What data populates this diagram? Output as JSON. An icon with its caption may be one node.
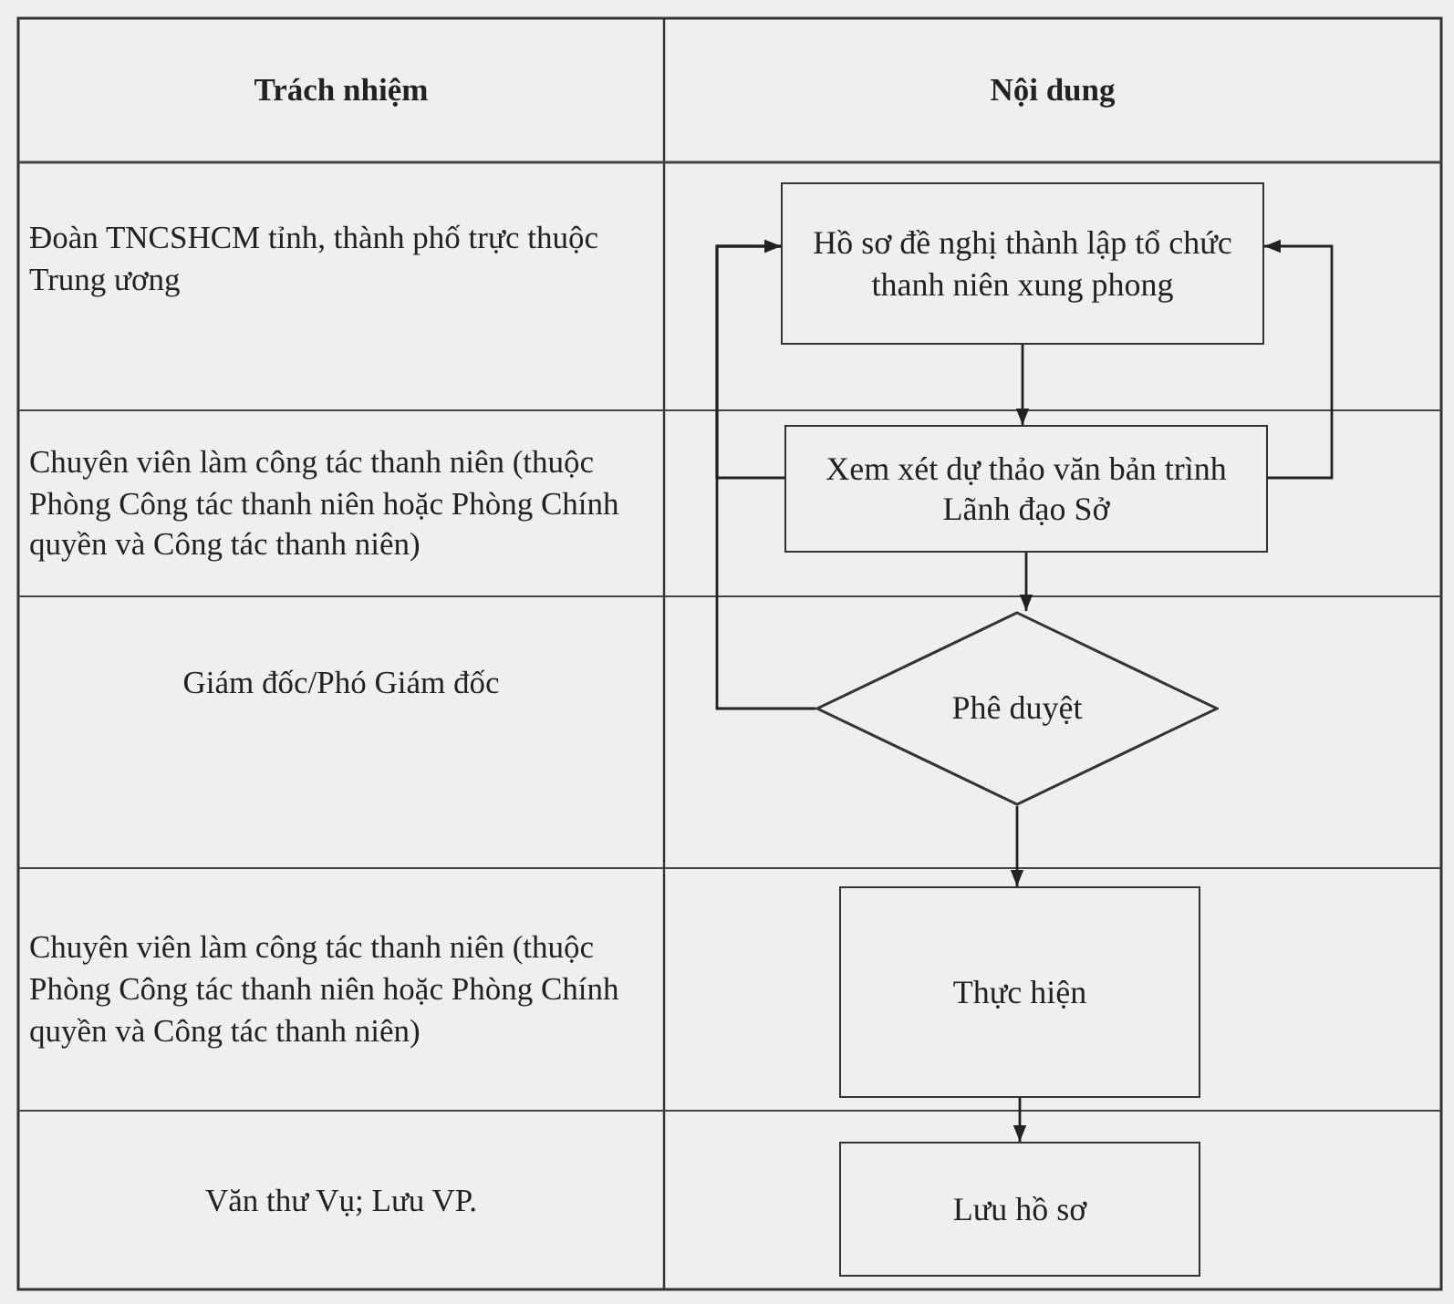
{
  "diagram": {
    "nodes": [
      {
        "text": [
          "Hồ sơ đề nghị thành lập tổ chức thanh niên xung phong"
        ]
      },
      {
        "text": [
          "Xem xét dự thảo văn bản trình Lãnh đạo Sở"
        ]
      },
      {
        "text": [
          "Phê duyệt"
        ]
      },
      {
        "text": [
          "Thực hiện"
        ]
      },
      {
        "text": [
          "Lưu hồ sơ"
        ]
      }
    ],
    "edges": [
      {
        "from": 0,
        "to": 1,
        "arrow": "to"
      },
      {
        "from": 1,
        "to": 2,
        "arrow": "to"
      },
      {
        "from": 2,
        "to": 3,
        "arrow": "to"
      },
      {
        "from": 3,
        "to": 4,
        "arrow": "to"
      },
      {
        "from": 1,
        "to": 0,
        "arrow": "to"
      },
      {
        "from": 1,
        "to": 0,
        "arrow": "to"
      },
      {
        "from": 2,
        "to": 0,
        "arrow": "to"
      }
    ],
    "labels": [
      "Trách nhiệm",
      "Nội dung",
      "Đoàn TNCSHCM tỉnh, thành phố trực thuộc Trung ương",
      "Chuyên viên làm công tác thanh niên (thuộc Phòng Công tác thanh niên hoặc Phòng Chính quyền và Công tác thanh niên)",
      "Giám đốc/Phó Giám đốc",
      "Chuyên viên làm công tác thanh niên (thuộc Phòng Công tác thanh niên hoặc Phòng Chính quyền và Công tác thanh niên)",
      "Văn thư Vụ; Lưu VP."
    ]
  }
}
